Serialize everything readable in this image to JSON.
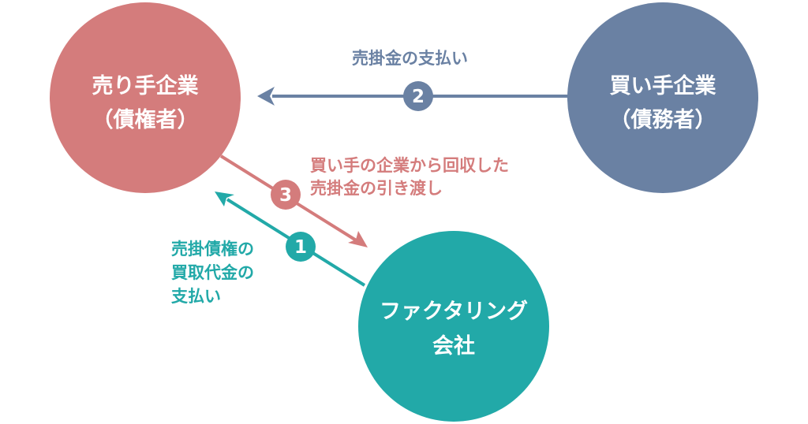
{
  "colors": {
    "seller": "#d47c7c",
    "buyer": "#6a81a3",
    "factoring": "#22a9a8"
  },
  "nodes": {
    "seller": {
      "line1": "売り手企業",
      "line2": "（債権者）"
    },
    "buyer": {
      "line1": "買い手企業",
      "line2": "（債務者）"
    },
    "factoring": {
      "line1": "ファクタリング",
      "line2": "会社"
    }
  },
  "flows": {
    "flow1": {
      "number": "1",
      "label_lines": [
        "売掛債権の",
        "買取代金の",
        "支払い"
      ]
    },
    "flow2": {
      "number": "2",
      "label_lines": [
        "売掛金の支払い"
      ]
    },
    "flow3": {
      "number": "3",
      "label_lines": [
        "買い手の企業から回収した",
        "売掛金の引き渡し"
      ]
    }
  }
}
